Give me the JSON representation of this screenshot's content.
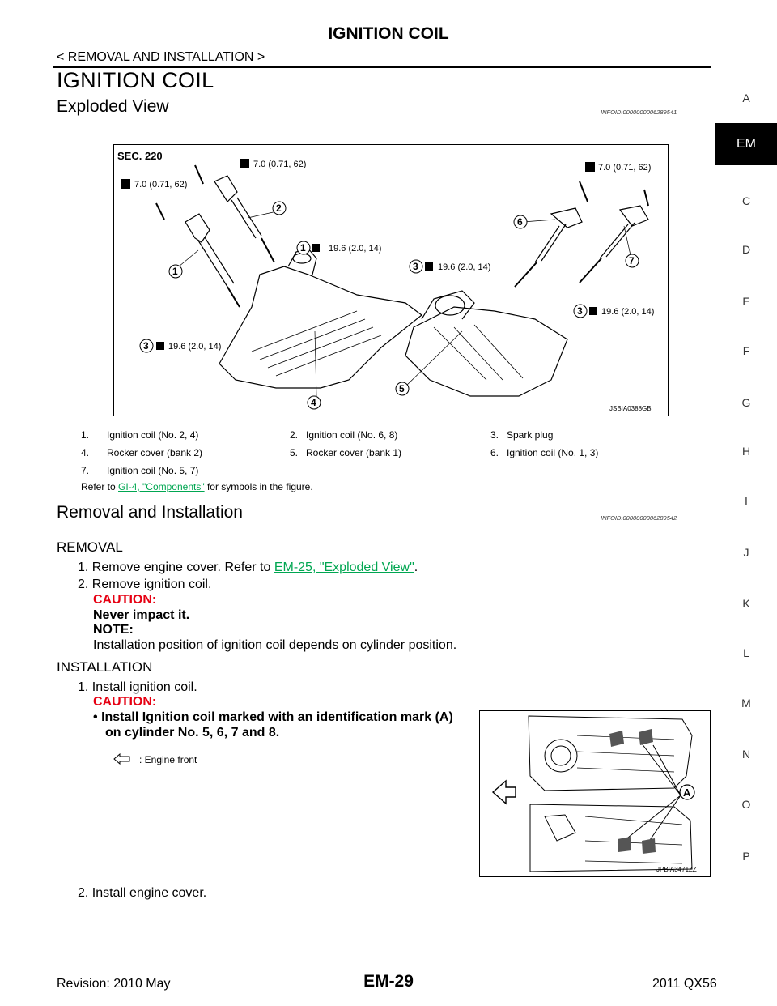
{
  "header": {
    "title": "IGNITION COIL",
    "subtitle": "< REMOVAL AND INSTALLATION >"
  },
  "section": {
    "title": "IGNITION COIL"
  },
  "sidebar": {
    "letters": [
      "A",
      "C",
      "D",
      "E",
      "F",
      "G",
      "H",
      "I",
      "J",
      "K",
      "L",
      "M",
      "N",
      "O",
      "P"
    ],
    "active": "EM"
  },
  "exploded": {
    "title": "Exploded View",
    "infoid": "INFOID:0000000006289541",
    "figure": {
      "sec": "SEC. 220",
      "code": "JSBIA0388GB",
      "torques": {
        "t1": "7.0 (0.71, 62)",
        "t2": "7.0 (0.71, 62)",
        "t3": "7.0 (0.71, 62)",
        "s1": "19.6 (2.0, 14)",
        "s2": "19.6 (2.0, 14)",
        "s3": "19.6 (2.0, 14)",
        "s4": "19.6 (2.0, 14)"
      },
      "callouts": {
        "c1": "1",
        "c2": "2",
        "c3": "3",
        "c4": "4",
        "c5": "5",
        "c6": "6",
        "c7": "7"
      }
    },
    "legend": [
      [
        "1.",
        "Ignition coil (No. 2, 4)",
        "2.",
        "Ignition coil (No. 6, 8)",
        "3.",
        "Spark plug"
      ],
      [
        "4.",
        "Rocker cover (bank 2)",
        "5.",
        "Rocker cover (bank 1)",
        "6.",
        "Ignition coil (No. 1, 3)"
      ],
      [
        "7.",
        "Ignition coil (No. 5, 7)"
      ]
    ],
    "refer": {
      "prefix": "Refer to ",
      "link": "GI-4, \"Components\"",
      "suffix": " for symbols in the figure."
    }
  },
  "removal_installation": {
    "title": "Removal and Installation",
    "infoid": "INFOID:0000000006289542",
    "removal": {
      "heading": "REMOVAL",
      "step1_num": "1.",
      "step1_text": "Remove engine cover. Refer to ",
      "step1_link": "EM-25, \"Exploded View\"",
      "step1_end": ".",
      "step2_num": "2.",
      "step2_text": "Remove ignition coil.",
      "caution_label": "CAUTION:",
      "caution_text": "Never impact it.",
      "note_label": "NOTE:",
      "note_text": "Installation position of ignition coil depends on cylinder position."
    },
    "installation": {
      "heading": "INSTALLATION",
      "step1_num": "1.",
      "step1_text": "Install ignition coil.",
      "caution_label": "CAUTION:",
      "bullet": "•",
      "bullet_text_line1": "Install Ignition coil marked with an identification mark (A)",
      "bullet_text_line2": "on cylinder No. 5, 6, 7 and 8.",
      "legend_text": ": Engine front",
      "figure_code": "JPBIA3471ZZ",
      "mark": "A",
      "step2_num": "2.",
      "step2_text": "Install engine cover."
    }
  },
  "footer": {
    "revision": "Revision: 2010 May",
    "page": "EM-29",
    "model": "2011 QX56"
  }
}
